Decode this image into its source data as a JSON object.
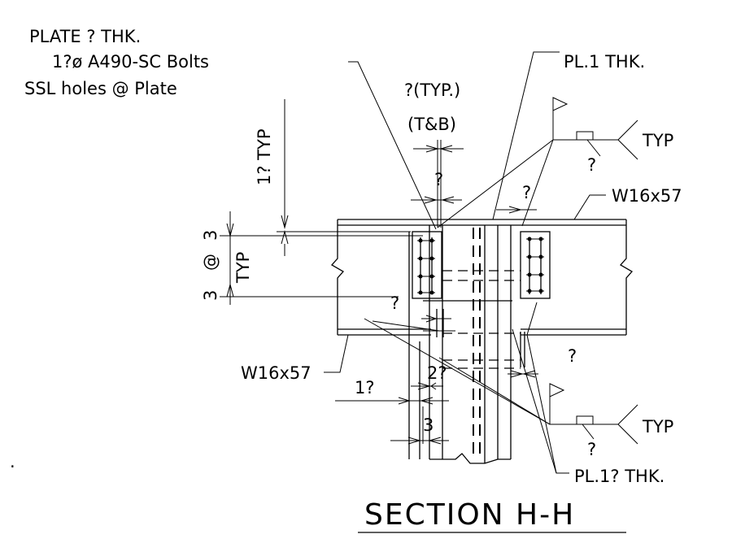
{
  "notes": {
    "plate_line1": "PLATE ? THK.",
    "plate_line2": "1?ø A490-SC  Bolts",
    "plate_line3": "SSL holes @ Plate",
    "pl1": "PL.1 THK.",
    "typ_tb_1": "?(TYP.)",
    "typ_tb_2": "(T&B)",
    "w16_top": "W16x57",
    "w16_left": "W16x57",
    "typ_top": "TYP",
    "typ_bottom": "TYP",
    "pl1q": "PL.1? THK.",
    "q_upper1": "?",
    "q_upper2": "?",
    "q_weld_top": "?",
    "q_mid": "?",
    "q_right": "?",
    "q_weld_bottom": "?",
    "dim_1q_typ": "1? TYP",
    "dim_3_top": "3",
    "dim_at": "@",
    "dim_3_bot": "3",
    "dim_typ_v": "TYP",
    "dim_1q_h": "1?",
    "dim_2q": "2?",
    "dim_3_h": "3",
    "dot": "."
  },
  "section_title": "SECTION H-H"
}
